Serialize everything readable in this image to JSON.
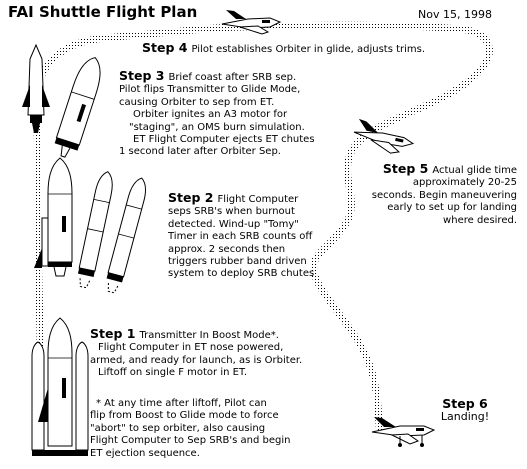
{
  "title": "FAI Shuttle Flight Plan",
  "date": "Nov 15, 1998",
  "steps": {
    "s4": {
      "label": "Step 4",
      "lines": [
        "Pilot establishes Orbiter in glide, adjusts trims."
      ]
    },
    "s3": {
      "label": "Step 3",
      "lines": [
        "Brief coast after SRB sep.",
        "Pilot flips Transmitter to Glide Mode,",
        "causing Orbiter to sep from ET.",
        "Orbiter  ignites an A3 motor for",
        "\"staging\", an OMS burn simulation.",
        "ET Flight Computer ejects ET chutes",
        "1 second  later after Orbiter Sep."
      ]
    },
    "s5": {
      "label": "Step 5",
      "lines": [
        "Actual glide time",
        "approximately 20-25",
        "seconds. Begin maneuvering",
        "early to set up for landing",
        "where desired."
      ]
    },
    "s2": {
      "label": "Step 2",
      "lines": [
        "Flight Computer",
        "seps SRB's when burnout",
        "detected. Wind-up \"Tomy\"",
        "Timer in each SRB counts off",
        "approx. 2 seconds then",
        "triggers rubber band driven",
        "system to deploy SRB chutes"
      ]
    },
    "s1": {
      "label": "Step 1",
      "lines": [
        "Transmitter In Boost Mode*.",
        "Flight Computer in ET nose powered,",
        "armed, and ready for launch, as is Orbiter.",
        "Liftoff on single F motor in ET."
      ]
    },
    "note": {
      "lines": [
        "*  At any time after liftoff, Pilot can",
        "flip from Boost to Glide mode to force",
        "\"abort\" to sep orbiter, also causing",
        "Flight Computer to Sep SRB's and begin",
        "ET ejection sequence."
      ]
    },
    "s6": {
      "label": "Step 6",
      "lines": [
        "Landing!"
      ]
    }
  }
}
